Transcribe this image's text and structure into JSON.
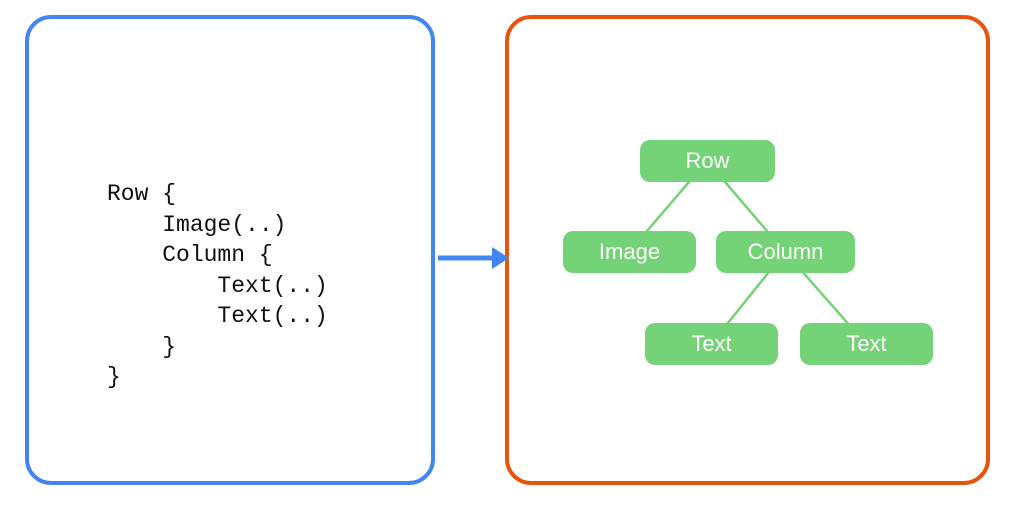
{
  "colors": {
    "code_panel_border": "#4285F4",
    "tree_panel_border": "#E8540F",
    "node_fill": "#74D377",
    "node_text": "#FFFFFF",
    "edge_stroke": "#74D377",
    "arrow": "#4285F4",
    "code_text": "#111111",
    "background": "#FFFFFF"
  },
  "code": {
    "lines": [
      "Row {",
      "    Image(..)",
      "    Column {",
      "        Text(..)",
      "        Text(..)",
      "    }",
      "}"
    ]
  },
  "tree": {
    "nodes": [
      {
        "id": "row",
        "label": "Row"
      },
      {
        "id": "image",
        "label": "Image"
      },
      {
        "id": "column",
        "label": "Column"
      },
      {
        "id": "text1",
        "label": "Text"
      },
      {
        "id": "text2",
        "label": "Text"
      }
    ],
    "edges": [
      [
        "row",
        "image"
      ],
      [
        "row",
        "column"
      ],
      [
        "column",
        "text1"
      ],
      [
        "column",
        "text2"
      ]
    ]
  }
}
